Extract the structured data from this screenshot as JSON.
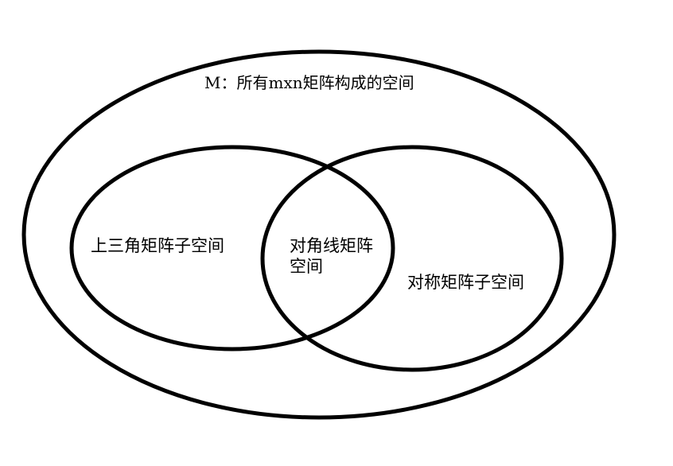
{
  "diagram": {
    "outer_set_label": "M：所有mxn矩阵构成的空间",
    "upper_triangular_label": "上三角矩阵子空间",
    "diagonal_line1": "对角线矩阵",
    "diagonal_line2": "空间",
    "symmetric_label": "对称矩阵子空间"
  },
  "colors": {
    "stroke": "#000000",
    "background": "#ffffff",
    "text": "#000000"
  }
}
